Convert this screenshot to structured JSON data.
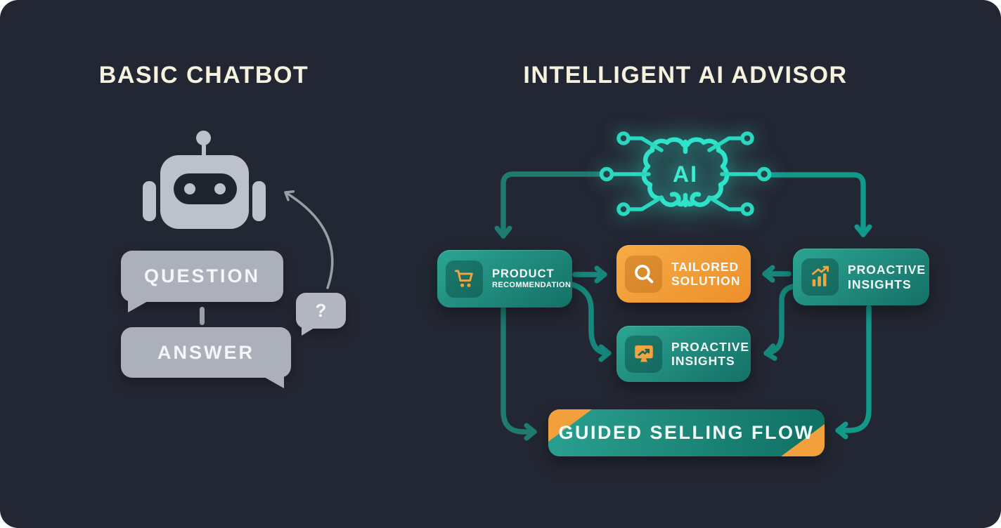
{
  "panels": {
    "left": {
      "title": "BASIC CHATBOT",
      "robot_icon": "robot-head-icon",
      "question_bubble": "QUESTION",
      "answer_bubble": "ANSWER",
      "question_mark_bubble": "?",
      "loop_arrow_icon": "curved-loop-arrow-icon"
    },
    "right": {
      "title": "INTELLIGENT AI ADVISOR",
      "ai_core": {
        "label": "AI",
        "icon": "brain-circuit-icon"
      },
      "nodes": {
        "product_recommendation": {
          "line1": "PRODUCT",
          "line2": "RECOMMENDATION",
          "icon": "shopping-cart-icon"
        },
        "tailored_solution": {
          "line1": "TAILORED",
          "line2": "SOLUTION",
          "icon": "magnifier-icon"
        },
        "proactive_insights_right": {
          "line1": "PROACTIVE",
          "line2": "INSIGHTS",
          "icon": "bar-chart-arrow-icon"
        },
        "proactive_insights_center": {
          "line1": "PROACTIVE",
          "line2": "INSIGHTS",
          "icon": "monitor-chart-icon"
        },
        "guided_selling_flow": {
          "label": "GUIDED SELLING FLOW"
        }
      },
      "flow": [
        "ai-core to product_recommendation",
        "ai-core to proactive_insights_right",
        "product_recommendation to tailored_solution",
        "proactive_insights_right to tailored_solution",
        "product_recommendation to proactive_insights_center",
        "proactive_insights_right to proactive_insights_center",
        "product_recommendation to guided_selling_flow",
        "proactive_insights_right to guided_selling_flow"
      ]
    }
  },
  "colors": {
    "page": "#ffffff",
    "card_background": "#232733",
    "title_text": "#f5f2dd",
    "teal_bright": "#2ee3c9",
    "teal_box": "#1b8a7b",
    "orange_accent": "#f2a03c",
    "arrow_dark": "#1f7a70",
    "arrow_mid": "#16887b",
    "arrow_bright": "#11998a",
    "bubble_gray": "#abb0ba",
    "robot_gray": "#bcc1ca",
    "light_text": "#f4f6f9"
  }
}
